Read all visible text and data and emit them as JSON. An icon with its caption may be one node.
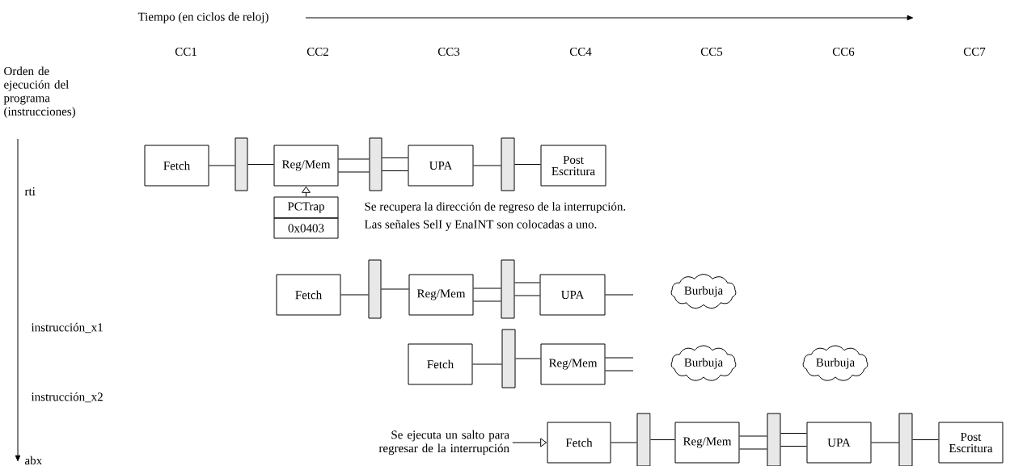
{
  "diagram": {
    "nodes": [
      {
        "text": [
          "Fetch"
        ]
      },
      {
        "text": [],
        "shape": "bar"
      },
      {
        "text": [
          "Reg/Mem"
        ]
      },
      {
        "text": [],
        "shape": "bar"
      },
      {
        "text": [
          "UPA"
        ]
      },
      {
        "text": [],
        "shape": "bar"
      },
      {
        "text": [
          "Post Escritura"
        ]
      },
      {
        "text": [
          "PCTrap"
        ]
      },
      {
        "text": [
          "0x0403"
        ]
      },
      {
        "text": [
          "Fetch"
        ]
      },
      {
        "text": [],
        "shape": "bar"
      },
      {
        "text": [
          "Reg/Mem"
        ]
      },
      {
        "text": [],
        "shape": "bar"
      },
      {
        "text": [
          "UPA"
        ]
      },
      {
        "text": [
          "Burbuja"
        ]
      },
      {
        "text": [
          "Fetch"
        ]
      },
      {
        "text": [],
        "shape": "bar"
      },
      {
        "text": [
          "Reg/Mem"
        ]
      },
      {
        "text": [
          "Burbuja"
        ]
      },
      {
        "text": [
          "Burbuja"
        ]
      },
      {
        "text": [
          "Se ejecuta un salto para regresar de la interrupción"
        ]
      },
      {
        "text": [
          "Fetch"
        ]
      },
      {
        "text": [],
        "shape": "bar"
      },
      {
        "text": [
          "Reg/Mem"
        ]
      },
      {
        "text": [],
        "shape": "bar"
      },
      {
        "text": [
          "UPA"
        ]
      },
      {
        "text": [],
        "shape": "bar"
      },
      {
        "text": [
          "Post Escritura"
        ]
      }
    ],
    "edges": [
      {
        "from": 0,
        "to": 1,
        "arrow": "none"
      },
      {
        "from": 1,
        "to": 2,
        "arrow": "none"
      },
      {
        "from": 2,
        "to": 3,
        "arrow": "none"
      },
      {
        "from": 2,
        "to": 3,
        "arrow": "none"
      },
      {
        "from": 3,
        "to": 4,
        "arrow": "none"
      },
      {
        "from": 3,
        "to": 4,
        "arrow": "none"
      },
      {
        "from": 4,
        "to": 5,
        "arrow": "none"
      },
      {
        "from": 5,
        "to": 6,
        "arrow": "none"
      },
      {
        "from": 7,
        "to": 2,
        "arrow": "to"
      },
      {
        "from": 9,
        "to": 10,
        "arrow": "none"
      },
      {
        "from": 10,
        "to": 11,
        "arrow": "none"
      },
      {
        "from": 11,
        "to": 12,
        "arrow": "none"
      },
      {
        "from": 11,
        "to": 12,
        "arrow": "none"
      },
      {
        "from": 12,
        "to": 13,
        "arrow": "none"
      },
      {
        "from": 12,
        "to": 13,
        "arrow": "none"
      },
      {
        "from": 13,
        "to": null,
        "arrow": "none"
      },
      {
        "from": 15,
        "to": 16,
        "arrow": "none"
      },
      {
        "from": 16,
        "to": 17,
        "arrow": "none"
      },
      {
        "from": 17,
        "to": null,
        "arrow": "none"
      },
      {
        "from": 17,
        "to": null,
        "arrow": "none"
      },
      {
        "from": 20,
        "to": 21,
        "arrow": "to"
      },
      {
        "from": 21,
        "to": 22,
        "arrow": "none"
      },
      {
        "from": 22,
        "to": 23,
        "arrow": "none"
      },
      {
        "from": 23,
        "to": 24,
        "arrow": "none"
      },
      {
        "from": 23,
        "to": 24,
        "arrow": "none"
      },
      {
        "from": 24,
        "to": 25,
        "arrow": "none"
      },
      {
        "from": 24,
        "to": 25,
        "arrow": "none"
      },
      {
        "from": 25,
        "to": 26,
        "arrow": "none"
      },
      {
        "from": 26,
        "to": 27,
        "arrow": "none"
      }
    ],
    "labels": [
      "Tiempo (en ciclos de reloj)",
      "CC1",
      "CC2",
      "CC3",
      "CC4",
      "CC5",
      "CC6",
      "CC7",
      "Orden de ejecución del programa (instrucciones)",
      "rti",
      "Se recupera la dirección de regreso de la interrupción.",
      "Las señales SelI y EnaINT son colocadas a uno.",
      "instrucción_x1",
      "instrucción_x2",
      "abx"
    ]
  }
}
